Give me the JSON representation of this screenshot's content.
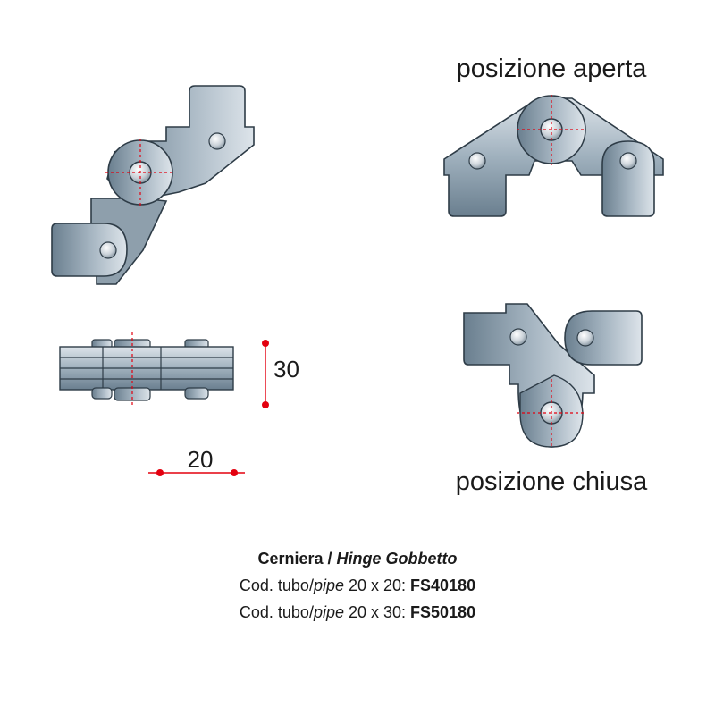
{
  "labels": {
    "open_position": "posizione aperta",
    "closed_position": "posizione chiusa"
  },
  "dimensions": {
    "height": "30",
    "width": "20"
  },
  "caption": {
    "line1_name": "Cerniera / ",
    "line1_name_en": "Hinge Gobbetto",
    "line2_prefix": "Cod. tubo/",
    "line2_pipe": "pipe",
    "line2_size": " 20 x 20: ",
    "line2_code": "FS40180",
    "line3_prefix": "Cod. tubo/",
    "line3_pipe": "pipe",
    "line3_size": " 20 x 30: ",
    "line3_code": "FS50180"
  },
  "colors": {
    "metal_dark": "#5f7484",
    "metal_light": "#d6dee5",
    "outline": "#2e3c47",
    "axis": "#e3000f",
    "dimension_dot": "#e3000f"
  }
}
